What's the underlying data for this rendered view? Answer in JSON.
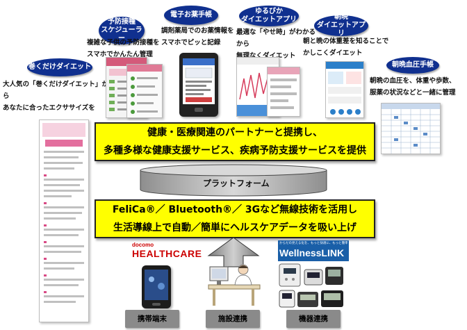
{
  "services": [
    {
      "title": "巻くだけダイエット",
      "desc": "大人気の「巻くだけダイエット」から\nあなたに合ったエクササイズを"
    },
    {
      "title": "予防接種\nスケジューラー",
      "desc": "複雑な子供の予防接種を\nスマホでかんたん管理"
    },
    {
      "title": "電子お薬手帳",
      "desc": "調剤薬局でのお薬情報を\nスマホでピッと記録"
    },
    {
      "title": "ゆるびか\nダイエットアプリ",
      "desc": "最適な「やせ時」がわかるから\n無理なくダイエット"
    },
    {
      "title": "朝晩\nダイエットアプリ",
      "desc": "朝と晩の体重差を知ることで\nかしこくダイエット"
    },
    {
      "title": "朝晩血圧手帳",
      "desc": "朝晩の血圧を、体重や歩数、\n服薬の状況などと一緒に管理"
    }
  ],
  "partner_box": {
    "line1": "健康・医療関連のパートナーと提携し、",
    "line2": "多種多様な健康支援サービス、疾病予防支援サービスを提供"
  },
  "platform": {
    "label": "プラットフォーム"
  },
  "tech_box": {
    "line1": "FeliCa®／ Bluetooth®／ 3Gなど無線技術を活用し",
    "line2": "生活導線上で自動／簡単にヘルスケアデータを吸い上げ"
  },
  "logos": {
    "docomo_small": "docomo",
    "docomo_big": "HEALTHCARE",
    "wellness_small": "からだの見える化を、もっと快適に、もっと簡単に。",
    "wellness_big": "WellnessLINK"
  },
  "bottom_labels": {
    "mobile": "携帯端末",
    "facility": "施設連携",
    "device": "機器連携"
  },
  "colors": {
    "bubble": "#10308f",
    "highlight": "#ffff00",
    "label_gray": "#8a8a8a",
    "docomo_red": "#cc0000"
  }
}
